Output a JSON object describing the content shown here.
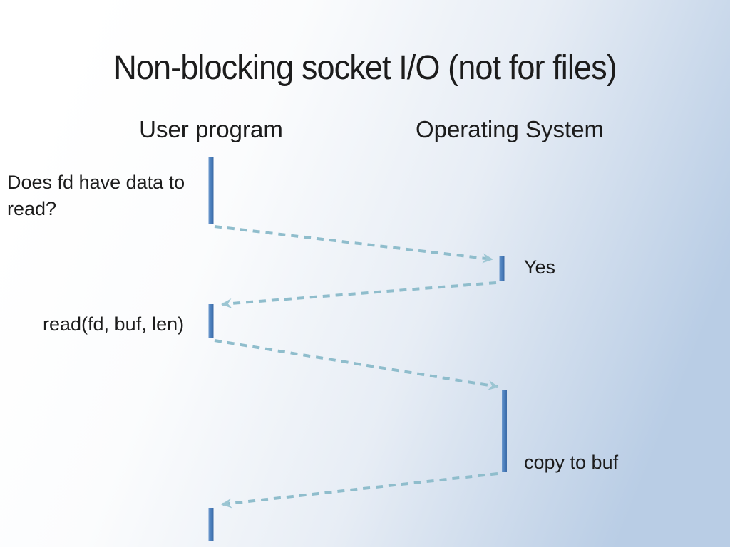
{
  "slide": {
    "title": "Non-blocking socket I/O (not for files)",
    "lifelines": [
      {
        "id": "user",
        "label": "User program"
      },
      {
        "id": "os",
        "label": "Operating System"
      }
    ],
    "activations": [
      {
        "lifeline": "user",
        "note": "Does fd have data to read?"
      },
      {
        "lifeline": "os",
        "note": "Yes"
      },
      {
        "lifeline": "user",
        "note": "read(fd, buf, len)"
      },
      {
        "lifeline": "os",
        "note": "copy to buf"
      },
      {
        "lifeline": "user",
        "note": ""
      }
    ],
    "messages": [
      {
        "from": "user",
        "to": "os"
      },
      {
        "from": "os",
        "to": "user"
      },
      {
        "from": "user",
        "to": "os"
      },
      {
        "from": "os",
        "to": "user"
      }
    ],
    "colors": {
      "background_start": "#ffffff",
      "background_end": "#b9cde5",
      "activation_bar": "#4a7ebc",
      "dash_line": "#8fbdcc",
      "arrowhead": "#9cc6d3",
      "text": "#1c1c1c"
    }
  }
}
